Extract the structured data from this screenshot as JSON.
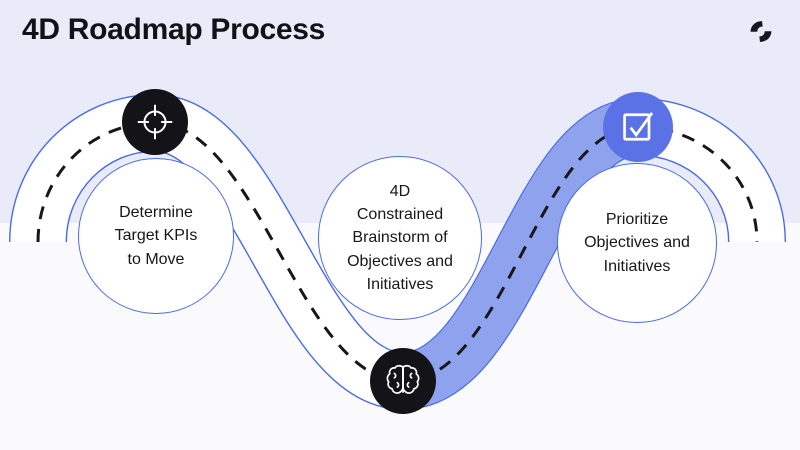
{
  "title": "4D Roadmap Process",
  "brand": {
    "logo": "swirl-logo"
  },
  "colors": {
    "background_top": "#e9ebf8",
    "background_bottom": "#fafafc",
    "road_fill": "#ffffff",
    "road_border": "#4a6ce2",
    "road_highlight_fill": "#8fa2ee",
    "dash_line": "#17171a",
    "icon_badge_dark": "#141418",
    "icon_badge_blue": "#5b72e6",
    "circle_border": "#4a6ce2",
    "text": "#17171a"
  },
  "diagram": {
    "type": "process-roadmap",
    "road_shape": "s-curve with two crests and one trough, dashed center line",
    "highlighted_segment": "from brainstorm step (trough) up to prioritize step (crest)",
    "steps": [
      {
        "id": 1,
        "label": "Determine\nTarget KPIs\nto Move",
        "icon": "target-icon",
        "badge_color": "#141418"
      },
      {
        "id": 2,
        "label": "4D\nConstrained\nBrainstorm of\nObjectives and\nInitiatives",
        "icon": "brain-icon",
        "badge_color": "#141418"
      },
      {
        "id": 3,
        "label": "Prioritize\nObjectives and\nInitiatives",
        "icon": "checkbox-icon",
        "badge_color": "#5b72e6"
      }
    ]
  }
}
